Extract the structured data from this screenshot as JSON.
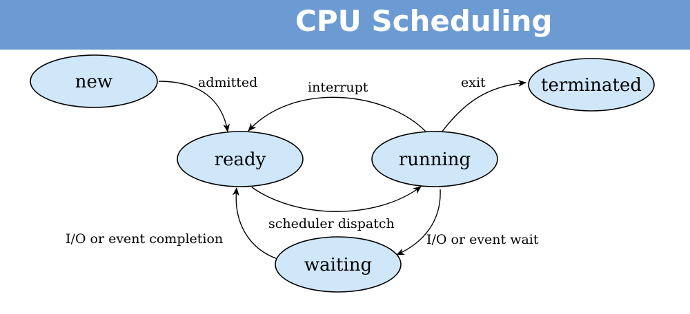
{
  "header": {
    "title": "CPU Scheduling",
    "bar_color": "#6b9bd2"
  },
  "diagram": {
    "node_fill": "#d0e7fa",
    "nodes": {
      "new": "new",
      "ready": "ready",
      "running": "running",
      "waiting": "waiting",
      "terminated": "terminated"
    },
    "edges": {
      "admitted": "admitted",
      "interrupt": "interrupt",
      "exit": "exit",
      "scheduler_dispatch": "scheduler dispatch",
      "io_event_wait": "I/O or event wait",
      "io_event_completion": "I/O or event completion"
    }
  }
}
